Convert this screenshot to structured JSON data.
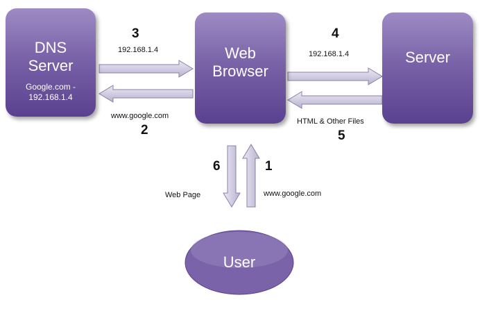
{
  "nodes": {
    "dns": {
      "title": "DNS Server",
      "subtitle": "Google.com - 192.168.1.4"
    },
    "browser": {
      "title": "Web Browser"
    },
    "server": {
      "title": "Server"
    },
    "user": {
      "title": "User"
    }
  },
  "steps": [
    {
      "number": "1",
      "label": "www.google.com"
    },
    {
      "number": "2",
      "label": "www.google.com"
    },
    {
      "number": "3",
      "label": "192.168.1.4"
    },
    {
      "number": "4",
      "label": "192.168.1.4"
    },
    {
      "number": "5",
      "label": "HTML & Other Files"
    },
    {
      "number": "6",
      "label": "Web Page"
    }
  ],
  "colors": {
    "node_fill": "#7a63a8",
    "arrow_fill": "#d7d2e6",
    "arrow_stroke": "#8a80a8"
  }
}
